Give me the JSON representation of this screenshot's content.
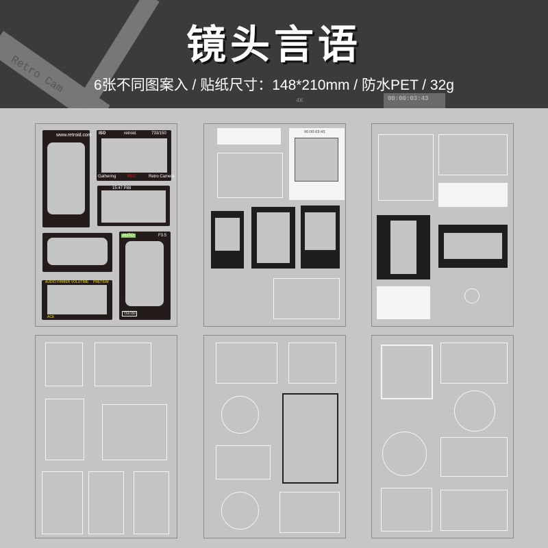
{
  "header": {
    "title": "镜头言语",
    "subtitle": "6张不同图案入 / 贴纸尺寸：148*210mm / 防水PET / 32g",
    "background_text": {
      "retro_cam": "Retro Cam",
      "timecode": "00:00:03:43",
      "resolution": "4K"
    }
  },
  "sheets": [
    {
      "name": "sheet-1",
      "labels": {
        "url": "www.retroid.com",
        "iso": "ISO",
        "brand": "retroid.",
        "counter": "733/150",
        "gathering": "Gathering",
        "rec": "REC",
        "retro_camera": "Retro Camera",
        "time": "15:47 P88",
        "auto": "AUTO",
        "aperture": "F3.5",
        "audio": "AUDIO FIRMER VOLUTIME",
        "pretium": "PRETIUM",
        "ace": "ACE",
        "count": "733/150"
      }
    },
    {
      "name": "sheet-2",
      "labels": {
        "timecode": "00:00:03:43"
      }
    },
    {
      "name": "sheet-3",
      "labels": {}
    },
    {
      "name": "sheet-4",
      "labels": {}
    },
    {
      "name": "sheet-5",
      "labels": {}
    },
    {
      "name": "sheet-6",
      "labels": {}
    }
  ],
  "colors": {
    "header_bg": "#3b3b3b",
    "page_bg": "#c6c6c6",
    "frame_black": "#231c1a",
    "accent_yellow": "#f5e400",
    "accent_red": "#e0141a",
    "auto_green": "#8fd16a"
  }
}
